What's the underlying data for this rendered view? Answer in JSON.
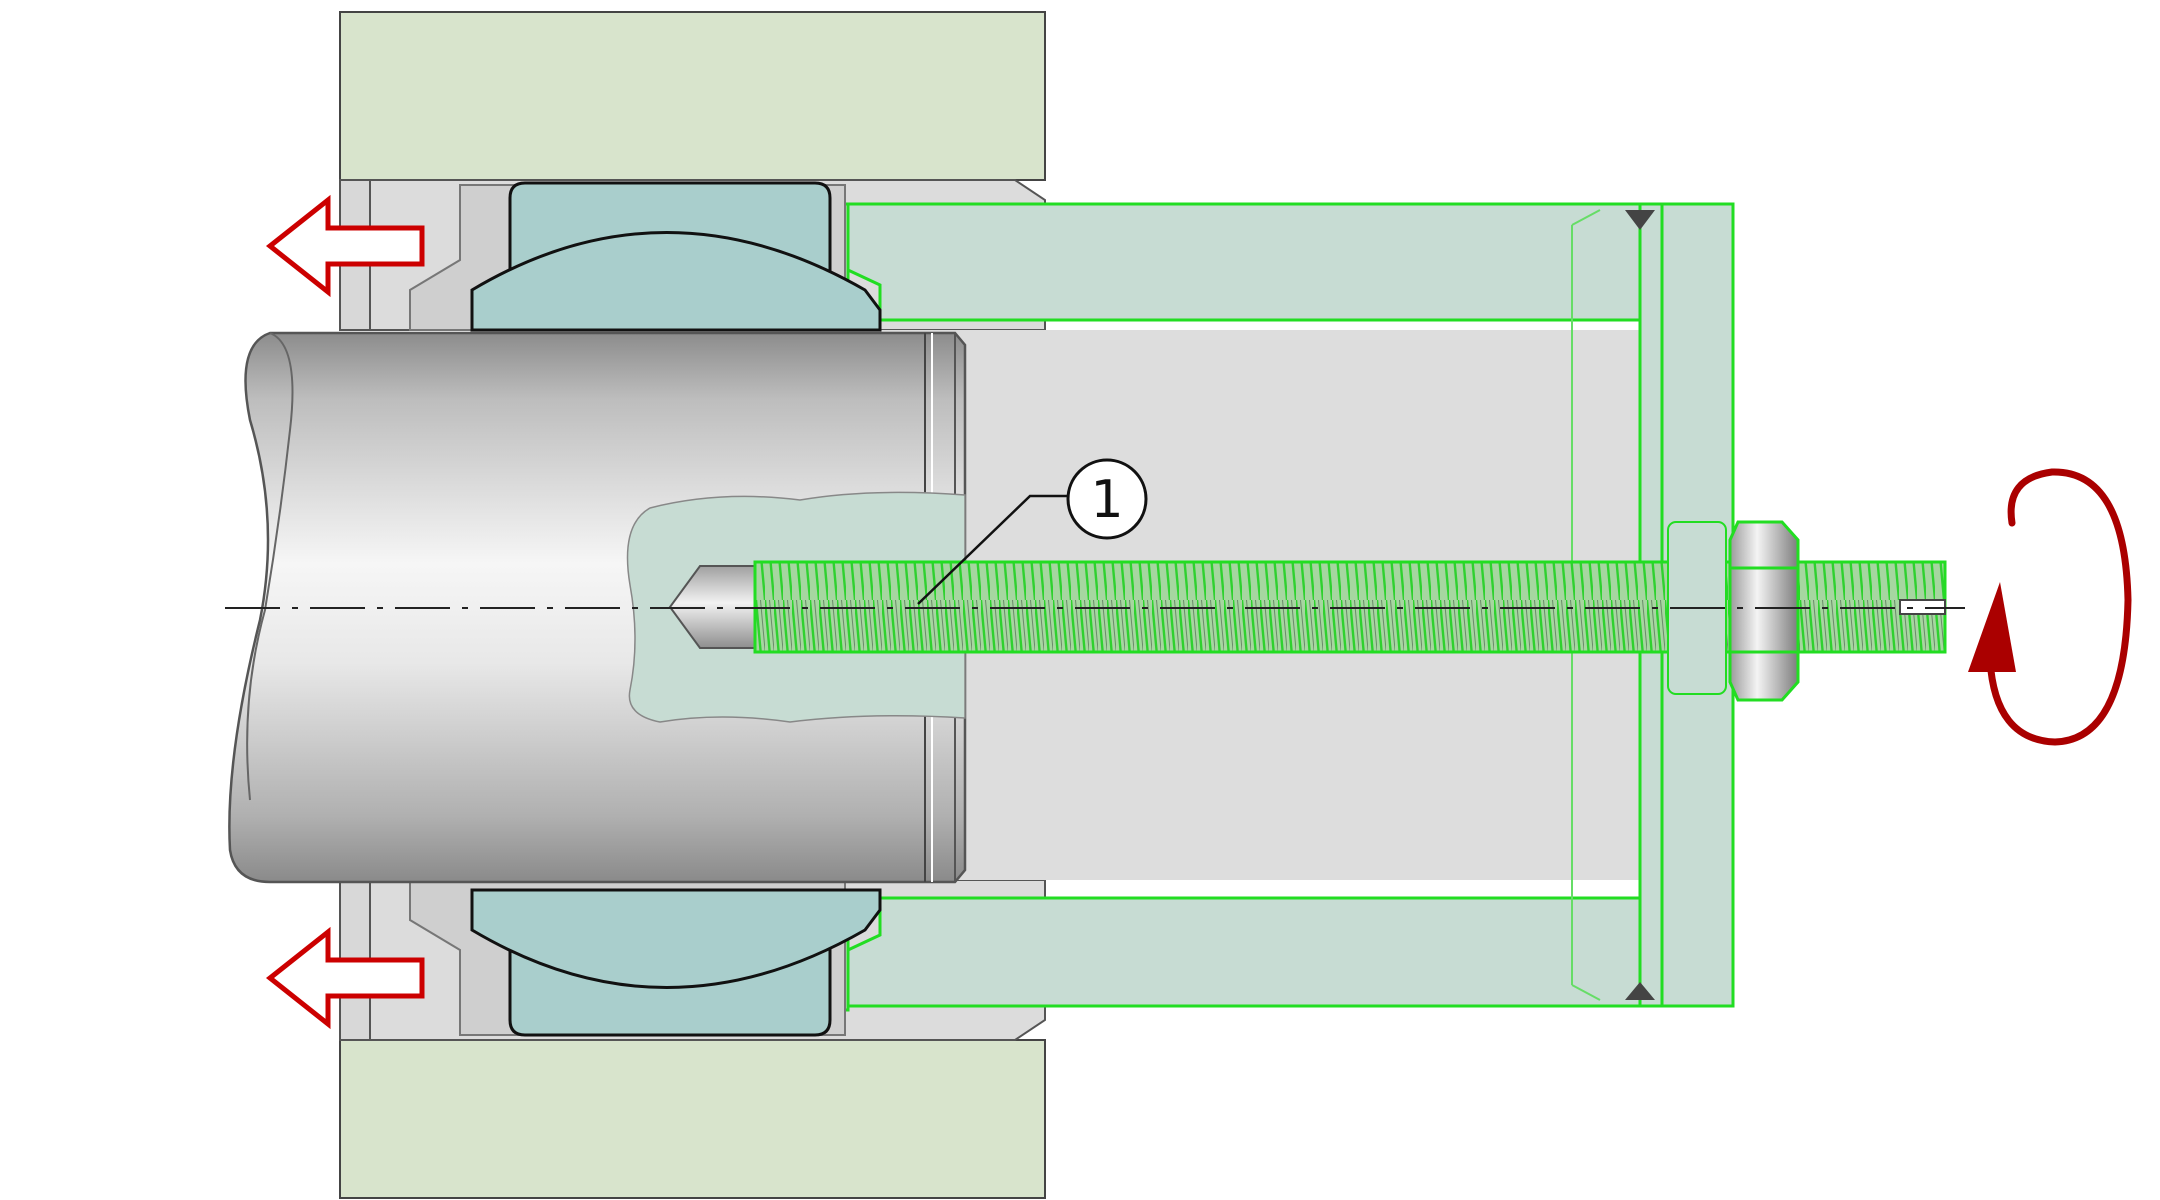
{
  "diagram": {
    "callouts": [
      {
        "number": "1"
      }
    ],
    "action_arrows": [
      {
        "meaning": "pull-out-direction"
      },
      {
        "meaning": "pull-out-direction"
      }
    ],
    "rotation_indicator": {
      "meaning": "turn-nut"
    }
  },
  "colors": {
    "housing": "#d8e4cc",
    "bearing_ring": "#a9cecc",
    "tool_highlight": "#22dd22",
    "tool_fill": "#c7dcd3",
    "shaft_light": "#f4f4f4",
    "shaft_dark": "#9a9a9a",
    "arrow": "#cc0000",
    "line": "#1a1a1a",
    "background_fill": "#dddddd"
  }
}
